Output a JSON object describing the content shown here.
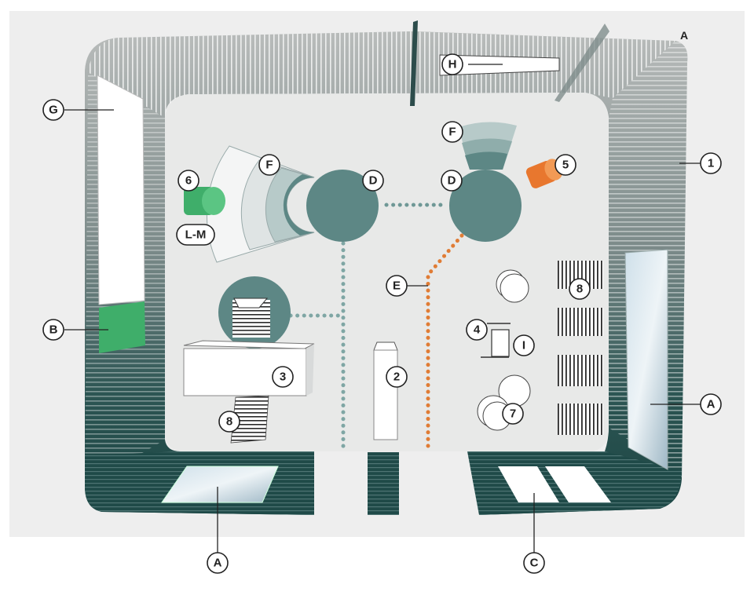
{
  "diagram": {
    "corner_label": "A",
    "labels": {
      "g": "G",
      "h": "H",
      "b": "B",
      "one": "1",
      "f_left": "F",
      "f_right": "F",
      "d_left": "D",
      "d_right": "D",
      "six": "6",
      "lm": "L-M",
      "five": "5",
      "e": "E",
      "eight_right": "8",
      "four": "4",
      "i": "I",
      "three": "3",
      "two": "2",
      "seven": "7",
      "eight_bottom": "8",
      "a_right": "A",
      "a_bottom": "A",
      "c": "C"
    },
    "colors": {
      "wall_dark": "#1f4a48",
      "wall_slat": "#9ea3a2",
      "floor": "#e8e9e8",
      "background": "#eeeeee",
      "teal": "#5d8785",
      "green": "#3fae6a",
      "orange": "#e8772e",
      "fan_1": "#f4f5f5",
      "fan_2": "#dfe4e4",
      "fan_3": "#b7cac9",
      "fan_4": "#5d8785"
    }
  }
}
